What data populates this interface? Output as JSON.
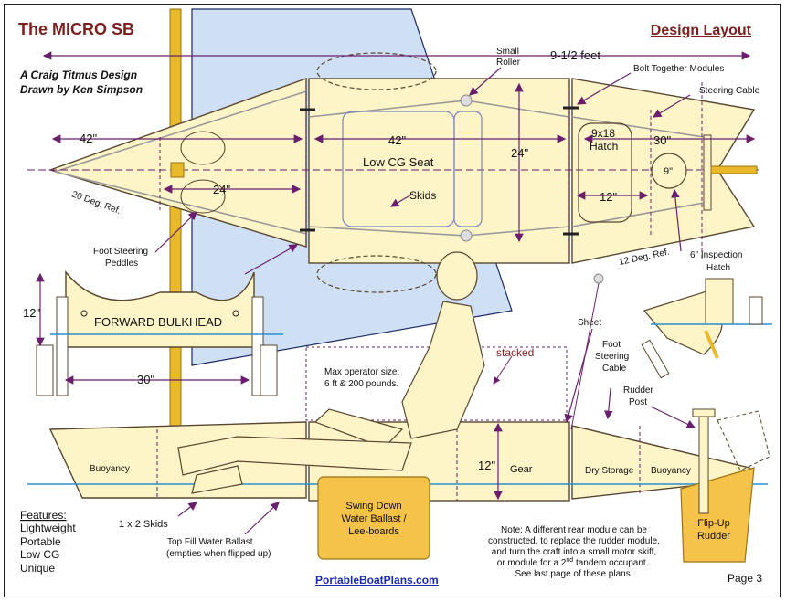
{
  "header": {
    "title": "The MICRO SB",
    "layout_title": "Design Layout",
    "credit_line1": "A Craig Titmus Design",
    "credit_line2": "Drawn by Ken Simpson"
  },
  "dimensions": {
    "overall_length": "9-1/2 feet",
    "bow_length": "42\"",
    "mid_length": "42\"",
    "stern_length": "30\"",
    "seat_width": "24\"",
    "foot_span": "24\"",
    "hatch_span": "12\"",
    "bulkhead_height": "12\"",
    "bulkhead_width": "30\"",
    "side_height": "12\""
  },
  "labels": {
    "small_roller": "Small Roller",
    "small_roller_l1": "Small",
    "small_roller_l2": "Roller",
    "bolt_modules": "Bolt Together Modules",
    "steering_cable": "Steering Cable",
    "hatch_9x18_l1": "9x18",
    "hatch_9x18_l2": "Hatch",
    "low_cg_seat": "Low CG Seat",
    "skids": "Skids",
    "inspection_circle": "9\"",
    "deg20": "20 Deg. Ref.",
    "deg12": "12 Deg. Ref.",
    "inspection_hatch_l1": "6\" Inspection",
    "inspection_hatch_l2": "Hatch",
    "foot_steering_peddles_l1": "Foot Steering",
    "foot_steering_peddles_l2": "Peddles",
    "forward_bulkhead": "FORWARD BULKHEAD",
    "stacked": "stacked",
    "max_size_l1": "Max operator size:",
    "max_size_l2": "6 ft & 200 pounds.",
    "sheet": "Sheet",
    "foot_steering_cable_l1": "Foot",
    "foot_steering_cable_l2": "Steering",
    "foot_steering_cable_l3": "Cable",
    "rudder_post_l1": "Rudder",
    "rudder_post_l2": "Post",
    "buoyancy_fwd": "Buoyancy",
    "gear": "Gear",
    "dry_storage": "Dry Storage",
    "buoyancy_aft": "Buoyancy",
    "skids_1x2": "1 x 2 Skids",
    "top_fill_l1": "Top Fill Water Ballast",
    "top_fill_l2": "(empties when flipped up)",
    "swing_down_l1": "Swing Down",
    "swing_down_l2": "Water Ballast /",
    "swing_down_l3": "Lee-boards",
    "flipup_l1": "Flip-Up",
    "flipup_l2": "Rudder",
    "note_l1": "Note: A different rear module can be",
    "note_l2": "constructed, to replace the rudder module,",
    "note_l3": "and turn the craft into a small motor skiff,",
    "note_l4a": "or module for a 2",
    "note_l4sup": "nd",
    "note_l4b": " tandem occupant .",
    "note_l5": "See last page of these plans."
  },
  "features": {
    "heading": "Features:",
    "items": [
      "Lightweight",
      "Portable",
      "Low CG",
      "Unique"
    ]
  },
  "footer": {
    "website": "PortableBoatPlans.com",
    "page": "Page  3"
  },
  "colors": {
    "hull_fill": "#fdf5c8",
    "hull_stroke": "#5a4630",
    "mast": "#e8b92a",
    "sail": "#cfe0f5",
    "ballast": "#f5c24a",
    "dim_arrow": "#6a1f6e",
    "waterline": "#2a8fd0",
    "title": "#7b1f1f"
  }
}
